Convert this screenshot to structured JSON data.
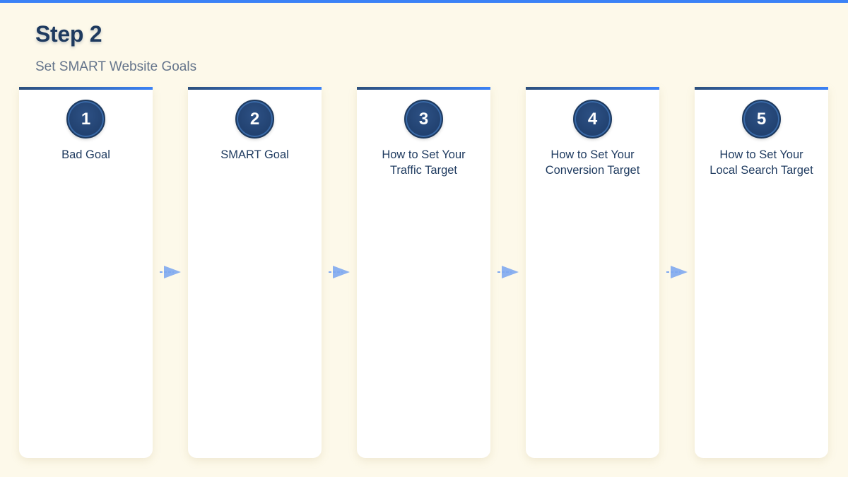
{
  "header": {
    "title": "Step 2",
    "subtitle": "Set SMART Website Goals"
  },
  "colors": {
    "background": "#fdf9ea",
    "accent": "#3b82f6",
    "navy": "#1e3a5f",
    "arrow": "#7fa8f0"
  },
  "steps": [
    {
      "number": "1",
      "label": "Bad Goal"
    },
    {
      "number": "2",
      "label": "SMART Goal"
    },
    {
      "number": "3",
      "label": "How to Set Your Traffic Target"
    },
    {
      "number": "4",
      "label": "How to Set Your Conversion Target"
    },
    {
      "number": "5",
      "label": "How to Set Your Local Search Target"
    }
  ],
  "connectors": [
    "arrow-right-icon",
    "arrow-right-icon",
    "arrow-right-icon",
    "arrow-right-icon"
  ]
}
